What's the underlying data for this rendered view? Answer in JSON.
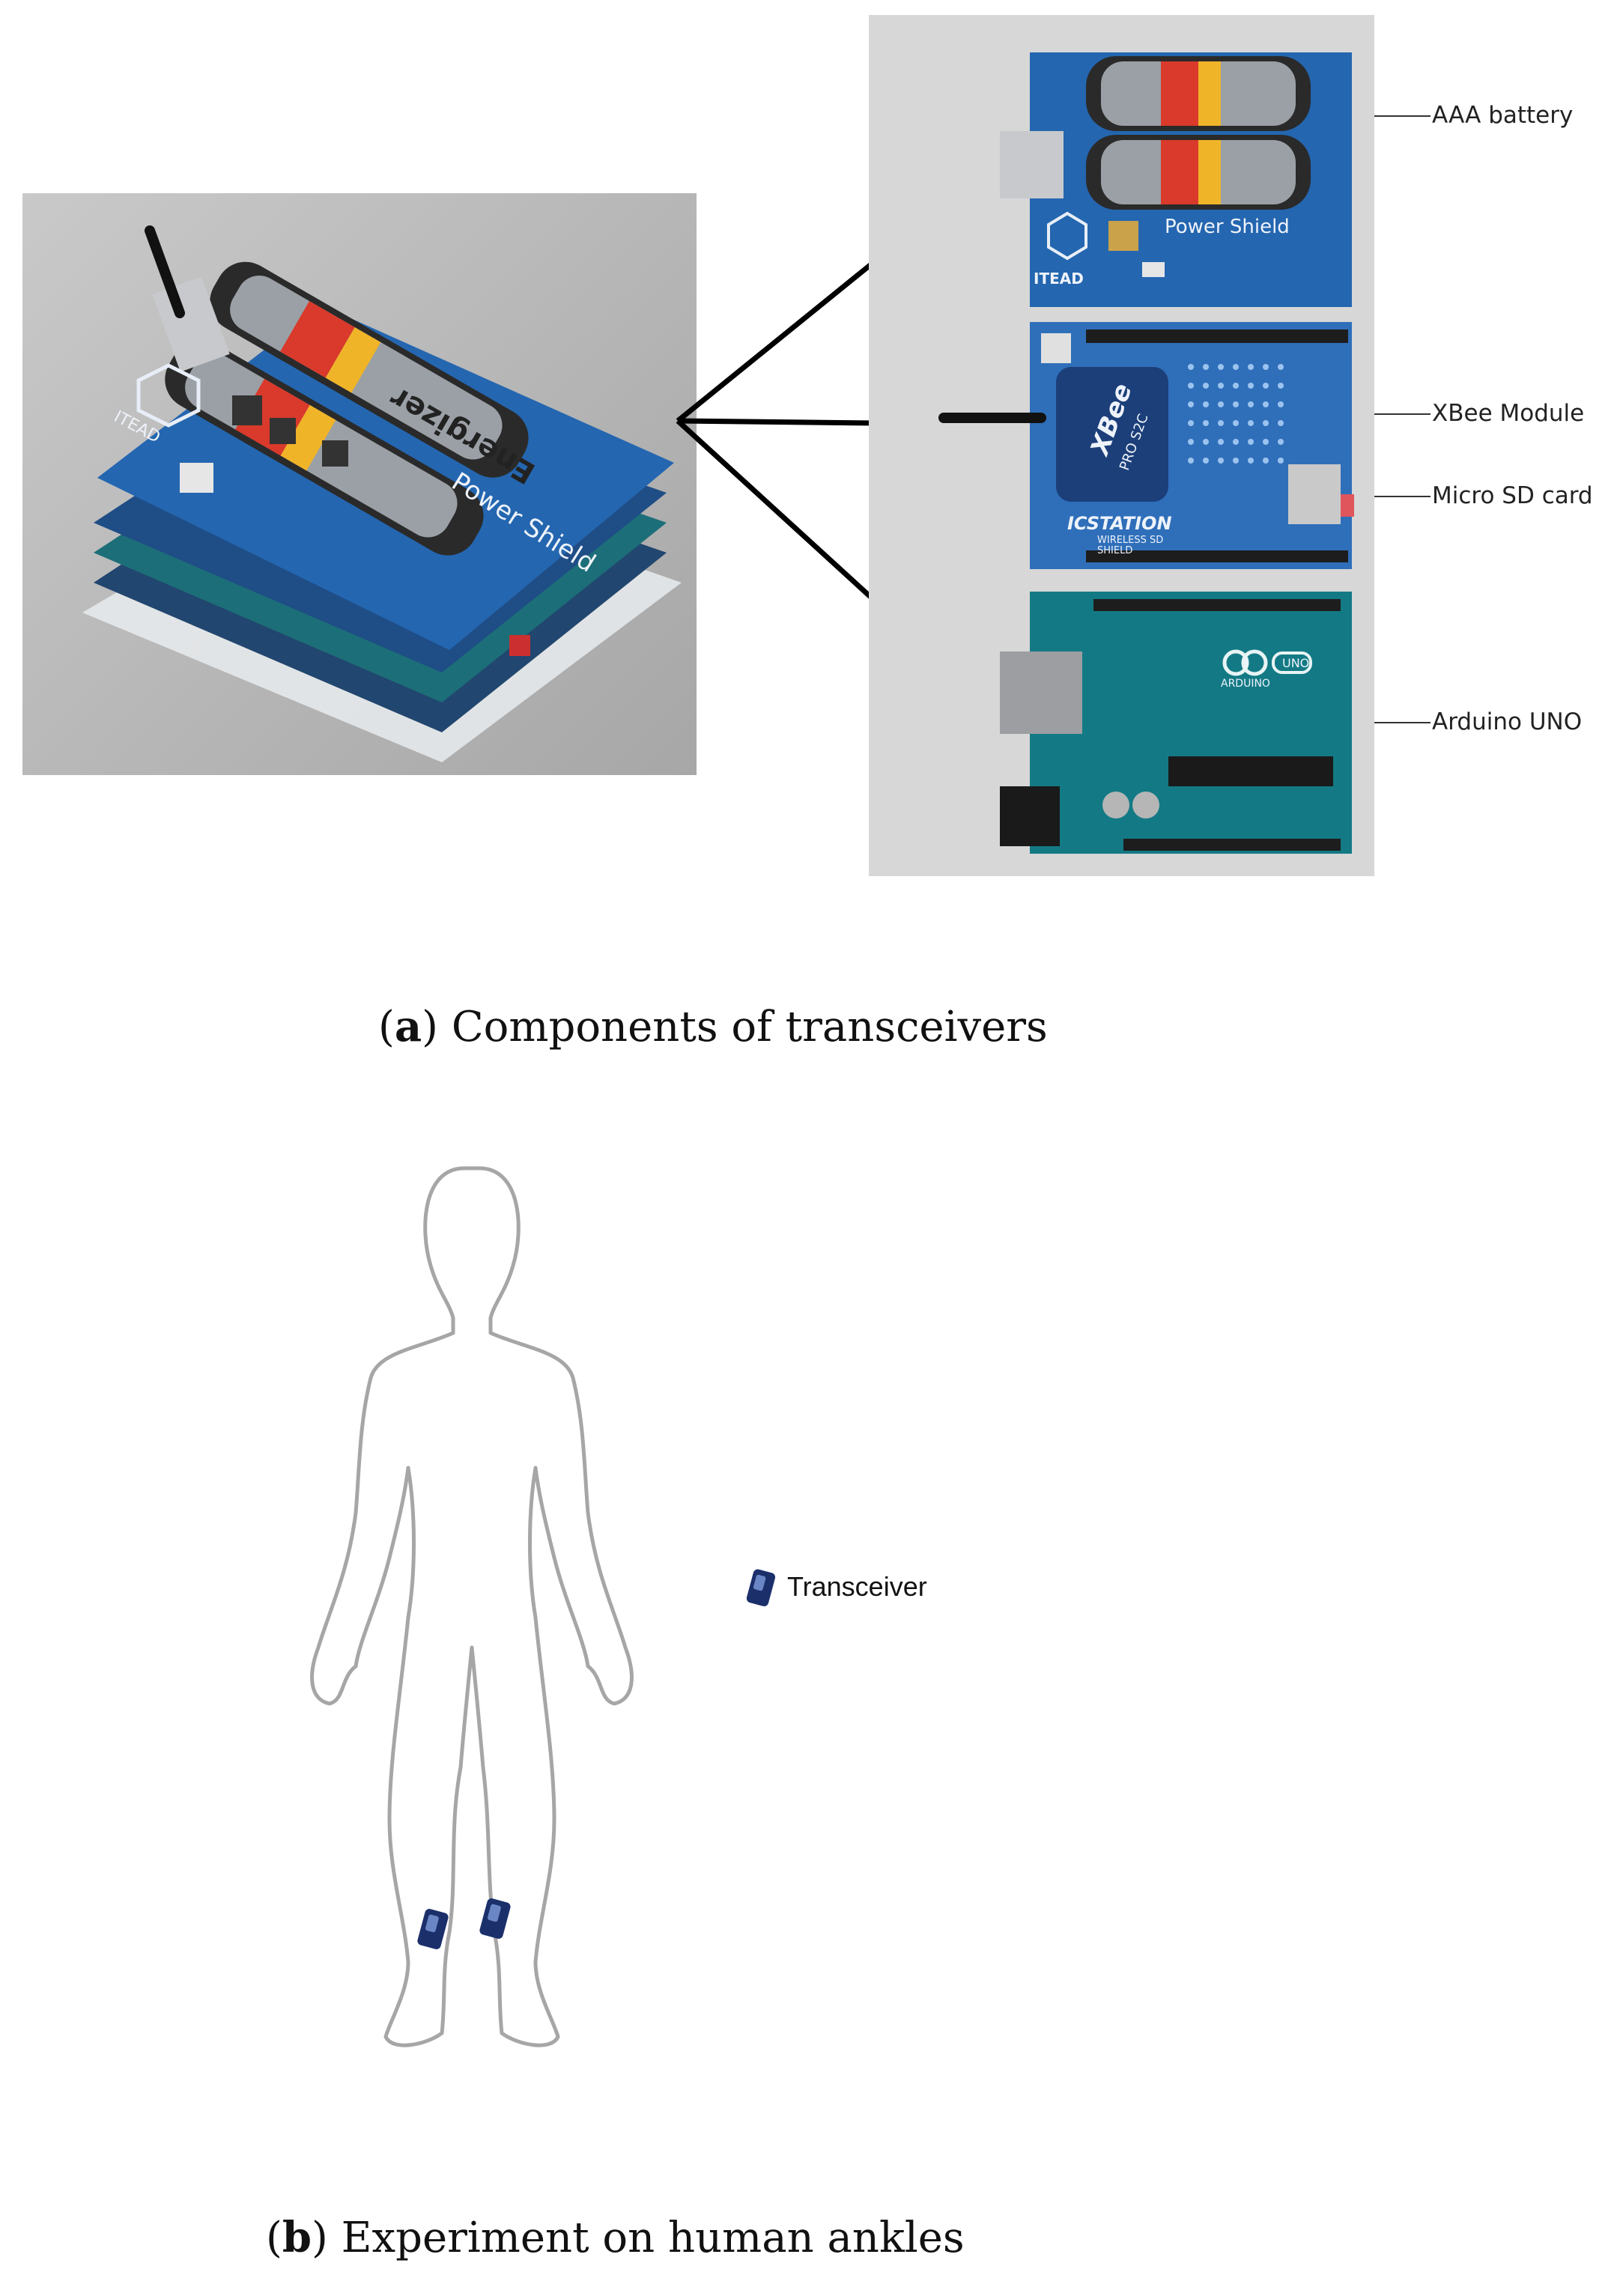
{
  "panel_a": {
    "left_photo": {
      "board_text": "Power Shield",
      "brand_text": "ITEAD",
      "battery_brand": "Energizer"
    },
    "right_photo": {
      "power_shield_text": "Power Shield",
      "iteaD_text": "ITEAD",
      "xbee_text": "XBee",
      "xbee_sub": "PRO S2C",
      "icstation_text": "ICSTATION",
      "wireless_text": "WIRELESS SD SHIELD",
      "arduino_text": "ARDUINO",
      "uno_text": "UNO"
    },
    "labels": [
      "AAA battery",
      "XBee Module",
      "Micro SD card",
      "Arduino UNO"
    ],
    "caption_letter": "a",
    "caption_text": "Components of transceivers"
  },
  "panel_b": {
    "legend_label": "Transceiver",
    "caption_letter": "b",
    "caption_text": "Experiment on human ankles"
  },
  "colors": {
    "board_blue": "#1f5fa8",
    "arduino_teal": "#137a85",
    "transceiver_blue": "#1b2f6b"
  }
}
